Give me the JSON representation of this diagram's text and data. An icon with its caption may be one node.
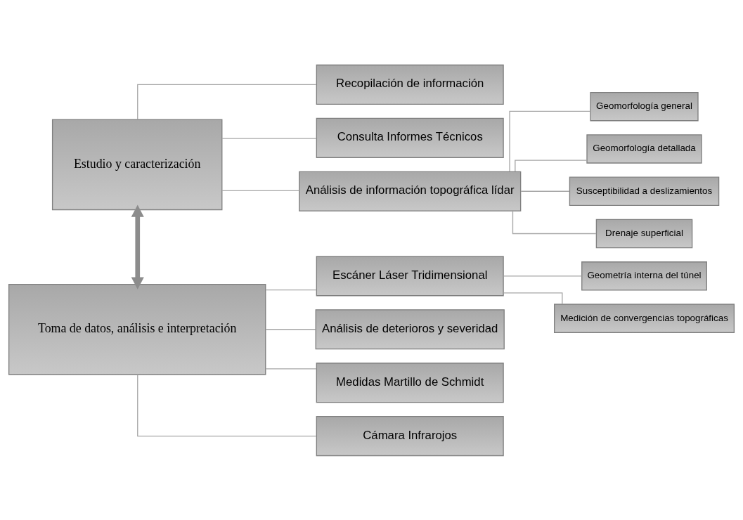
{
  "diagram": {
    "nodes": [
      {
        "text": [
          "Estudio y caracterización"
        ]
      },
      {
        "text": [
          "Recopilación de información"
        ]
      },
      {
        "text": [
          "Consulta Informes Técnicos"
        ]
      },
      {
        "text": [
          "Análisis de información topográfica lídar"
        ]
      },
      {
        "text": [
          "Geomorfología general"
        ]
      },
      {
        "text": [
          "Geomorfología detallada"
        ]
      },
      {
        "text": [
          "Susceptibilidad a deslizamientos"
        ]
      },
      {
        "text": [
          "Drenaje superficial"
        ]
      },
      {
        "text": [
          "Toma de datos, análisis e interpretación"
        ]
      },
      {
        "text": [
          "Escáner Láser Tridimensional"
        ]
      },
      {
        "text": [
          "Análisis de deterioros y severidad"
        ]
      },
      {
        "text": [
          "Medidas Martillo de Schmidt"
        ]
      },
      {
        "text": [
          "Cámara Infrarojos"
        ]
      },
      {
        "text": [
          "Geometría interna del túnel"
        ]
      },
      {
        "text": [
          "Medición de convergencias topográficas"
        ]
      }
    ],
    "edges": [
      {
        "from": 0,
        "to": 1,
        "arrow": "none"
      },
      {
        "from": 0,
        "to": 2,
        "arrow": "none"
      },
      {
        "from": 0,
        "to": 3,
        "arrow": "none"
      },
      {
        "from": 3,
        "to": 4,
        "arrow": "none"
      },
      {
        "from": 3,
        "to": 5,
        "arrow": "none"
      },
      {
        "from": 3,
        "to": 6,
        "arrow": "none"
      },
      {
        "from": 3,
        "to": 7,
        "arrow": "none"
      },
      {
        "from": 0,
        "to": 8,
        "arrow": "both",
        "style": "thick",
        "color": "#8c8c8c"
      },
      {
        "from": 8,
        "to": 9,
        "arrow": "none"
      },
      {
        "from": 8,
        "to": 10,
        "arrow": "none"
      },
      {
        "from": 8,
        "to": 11,
        "arrow": "none"
      },
      {
        "from": 8,
        "to": 12,
        "arrow": "none"
      },
      {
        "from": 9,
        "to": 13,
        "arrow": "none"
      },
      {
        "from": 9,
        "to": 14,
        "arrow": "none"
      }
    ]
  }
}
